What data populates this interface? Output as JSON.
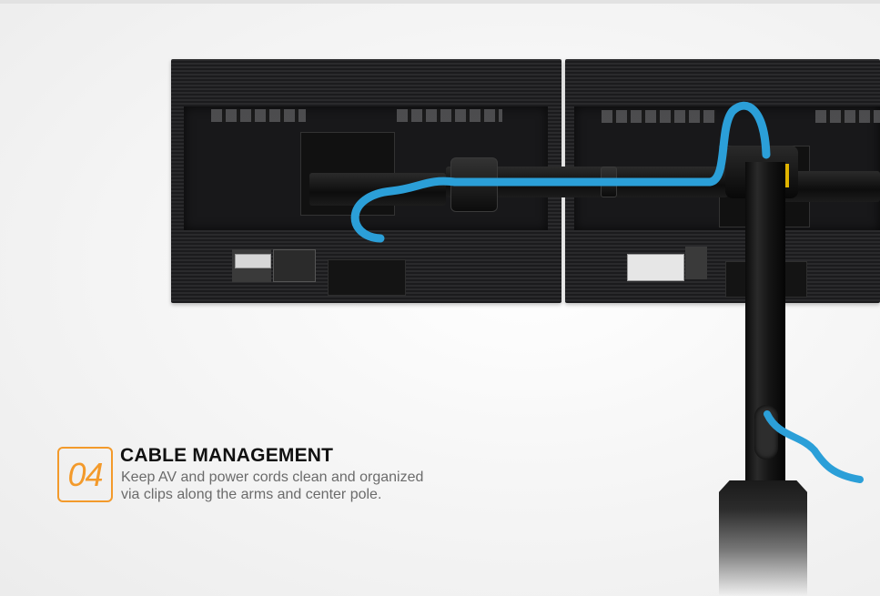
{
  "feature": {
    "number": "04",
    "title": "CABLE MANAGEMENT",
    "description_lines": [
      "Keep AV and power cords clean and organized",
      "via clips along the arms and center pole."
    ]
  },
  "product_image": {
    "subject": "dual-monitor-mount-rear-view",
    "cable_color": "#2b9fd8",
    "accent_color": "#f39a2b"
  }
}
